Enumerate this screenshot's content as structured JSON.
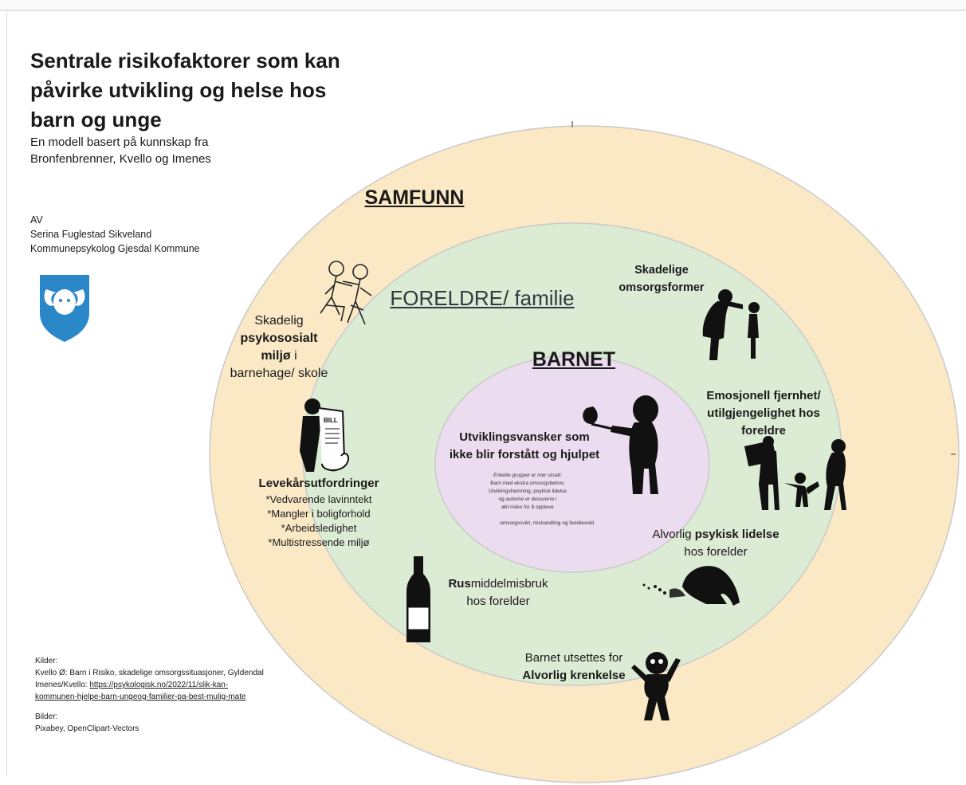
{
  "header": {
    "title": "Sentrale risikofaktorer som kan påvirke utvikling og helse hos barn og unge",
    "subtitle_line1": "En modell basert på kunnskap fra",
    "subtitle_line2": "Bronfenbrenner, Kvello og Imenes"
  },
  "author": {
    "prefix": "AV",
    "name": "Serina Fuglestad Sikveland",
    "role": "Kommunepsykolog Gjesdal Kommune"
  },
  "circles": {
    "outer": "SAMFUNN",
    "middle": "FORELDRE/ familie",
    "inner": "BARNET",
    "colors": {
      "outer": "#fbe9c6",
      "middle": "#dcebd4",
      "inner": "#ecdcef",
      "stroke": "#c9c9c9"
    }
  },
  "factors": {
    "psykososialt": {
      "l1": "Skadelig",
      "l2": "psykososialt",
      "l3": "miljø",
      "l3_rest": " i",
      "l4": "barnehage/ skole"
    },
    "omsorgsformer": {
      "l1": "Skadelige",
      "l2": "omsorgsformer"
    },
    "emosjonell": {
      "l1": "Emosjonell fjernhet/",
      "l2": "utilgjengelighet hos",
      "l3": "foreldre"
    },
    "utviklingsvansker": {
      "l1": "Utviklingsvansker som",
      "l2": "ikke blir forstått og hjulpet"
    },
    "small_note": {
      "l1": "Enkelte grupper er mer utsatt:",
      "l2": "Barn med ekstra omsorgsbehov,",
      "l3": "Utviklingshemning, psykisk lidelse",
      "l4": "og autisme er dessverre i",
      "l5": "økt risiko for å oppleve",
      "l6": "omsorgssvikt, mishandling og familievold."
    },
    "levekar": {
      "heading": "Levekårsutfordringer",
      "items": [
        "*Vedvarende lavinntekt",
        "*Mangler i boligforhold",
        "*Arbeidsledighet",
        "*Multistressende miljø"
      ]
    },
    "psykisk": {
      "pre": "Alvorlig ",
      "bold": "psykisk lidelse",
      "l2": "hos forelder"
    },
    "rus": {
      "bold": "Rus",
      "rest": "middelmisbruk",
      "l2": "hos forelder"
    },
    "krenkelse": {
      "l1": "Barnet utsettes for",
      "l2": "Alvorlig krenkelse"
    }
  },
  "sources": {
    "heading": "Kilder:",
    "kvello": "Kvello Ø:  Barn i Risiko, skadelige omsorgssituasjoner, Gyldendal",
    "imenes_prefix": "Imenes/Kvello: ",
    "imenes_link": "https://psykologisk.no/2022/11/slik-kan-kommunen-hjelpe-barn-ungeog-familier-pa-best-mulig-mate",
    "images_heading": "Bilder:",
    "images": "Pixabey, OpenClipart-Vectors"
  },
  "icons": [
    "crest-icon",
    "fighting-children-icon",
    "scolding-parent-icon",
    "child-silhouette-icon",
    "distant-parents-icon",
    "bill-man-icon",
    "crouching-person-icon",
    "bottle-icon",
    "scared-child-icon"
  ],
  "colors": {
    "crest_blue": "#2a88c8",
    "text": "#1a1a1a",
    "silhouette": "#111111"
  }
}
